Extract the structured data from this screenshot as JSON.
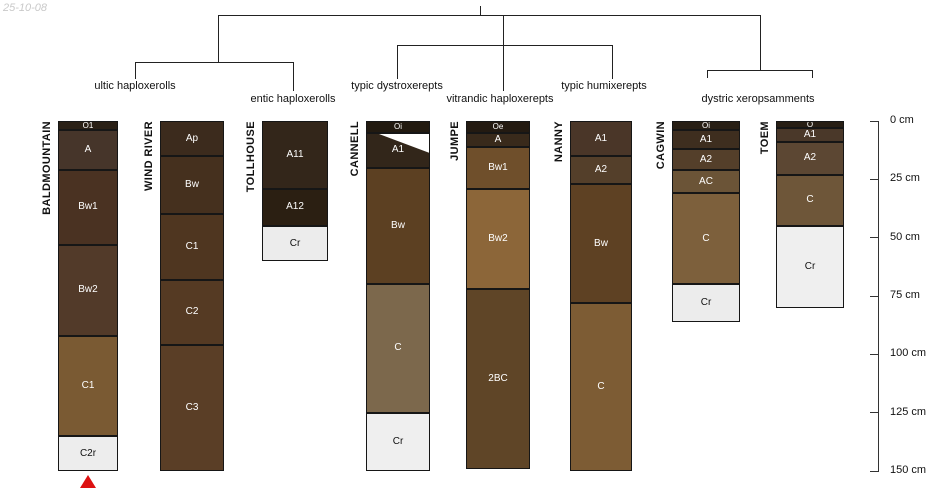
{
  "stamp": "25-10-08",
  "tree": {
    "groups": [
      {
        "label": "ultic haploxerolls"
      },
      {
        "label": "entic haploxerolls"
      },
      {
        "label": "typic dystroxerepts"
      },
      {
        "label": "vitrandic haploxerepts"
      },
      {
        "label": "typic humixerepts"
      },
      {
        "label": "dystric xeropsamments"
      }
    ]
  },
  "depth_axis": {
    "unit": "cm",
    "ticks": [
      {
        "cm": 0,
        "label": "0 cm"
      },
      {
        "cm": 25,
        "label": "25 cm"
      },
      {
        "cm": 50,
        "label": "50 cm"
      },
      {
        "cm": 75,
        "label": "75 cm"
      },
      {
        "cm": 100,
        "label": "100 cm"
      },
      {
        "cm": 125,
        "label": "125 cm"
      },
      {
        "cm": 150,
        "label": "150 cm"
      }
    ]
  },
  "marker_color": "#dd1111",
  "profiles": [
    {
      "name": "BALDMOUNTAIN",
      "marker": true,
      "horizons": [
        {
          "label": "O1",
          "color": "#2a2016",
          "top_cm": 0,
          "bottom_cm": 4
        },
        {
          "label": "A",
          "color": "#46352a",
          "top_cm": 4,
          "bottom_cm": 21
        },
        {
          "label": "Bw1",
          "color": "#4a3222",
          "top_cm": 21,
          "bottom_cm": 53
        },
        {
          "label": "Bw2",
          "color": "#523a29",
          "top_cm": 53,
          "bottom_cm": 92
        },
        {
          "label": "C1",
          "color": "#7a5a33",
          "top_cm": 92,
          "bottom_cm": 135
        },
        {
          "label": "C2r",
          "color": "#ededed",
          "top_cm": 135,
          "bottom_cm": 150
        }
      ]
    },
    {
      "name": "WIND RIVER",
      "marker": false,
      "horizons": [
        {
          "label": "Ap",
          "color": "#3c2b1d",
          "top_cm": 0,
          "bottom_cm": 15
        },
        {
          "label": "Bw",
          "color": "#45301e",
          "top_cm": 15,
          "bottom_cm": 40
        },
        {
          "label": "C1",
          "color": "#4f3620",
          "top_cm": 40,
          "bottom_cm": 68
        },
        {
          "label": "C2",
          "color": "#553a23",
          "top_cm": 68,
          "bottom_cm": 96
        },
        {
          "label": "C3",
          "color": "#5a3e26",
          "top_cm": 96,
          "bottom_cm": 150
        }
      ]
    },
    {
      "name": "TOLLHOUSE",
      "marker": false,
      "horizons": [
        {
          "label": "A11",
          "color": "#33261a",
          "top_cm": 0,
          "bottom_cm": 29
        },
        {
          "label": "A12",
          "color": "#2b1f12",
          "top_cm": 29,
          "bottom_cm": 45
        },
        {
          "label": "Cr",
          "color": "#ececec",
          "top_cm": 45,
          "bottom_cm": 60
        }
      ]
    },
    {
      "name": "CANNELL",
      "marker": false,
      "horizons": [
        {
          "label": "Oi",
          "color": "#221a10",
          "top_cm": 0,
          "bottom_cm": 5
        },
        {
          "label": "A1",
          "color": "#32261a",
          "top_cm": 5,
          "bottom_cm": 20,
          "wedge": true
        },
        {
          "label": "Bw",
          "color": "#5c4022",
          "top_cm": 20,
          "bottom_cm": 70
        },
        {
          "label": "C",
          "color": "#7c684c",
          "top_cm": 70,
          "bottom_cm": 125
        },
        {
          "label": "Cr",
          "color": "#efefef",
          "top_cm": 125,
          "bottom_cm": 150
        }
      ]
    },
    {
      "name": "JUMPE",
      "marker": false,
      "horizons": [
        {
          "label": "Oe",
          "color": "#231a11",
          "top_cm": 0,
          "bottom_cm": 5
        },
        {
          "label": "A",
          "color": "#392a1b",
          "top_cm": 5,
          "bottom_cm": 11
        },
        {
          "label": "Bw1",
          "color": "#6f4f2b",
          "top_cm": 11,
          "bottom_cm": 29
        },
        {
          "label": "Bw2",
          "color": "#8c6639",
          "top_cm": 29,
          "bottom_cm": 72
        },
        {
          "label": "2BC",
          "color": "#5f4527",
          "top_cm": 72,
          "bottom_cm": 149
        }
      ]
    },
    {
      "name": "NANNY",
      "marker": false,
      "horizons": [
        {
          "label": "A1",
          "color": "#4a3628",
          "top_cm": 0,
          "bottom_cm": 15
        },
        {
          "label": "A2",
          "color": "#543f2a",
          "top_cm": 15,
          "bottom_cm": 27
        },
        {
          "label": "Bw",
          "color": "#5e4123",
          "top_cm": 27,
          "bottom_cm": 78
        },
        {
          "label": "C",
          "color": "#7d5c34",
          "top_cm": 78,
          "bottom_cm": 150
        }
      ]
    },
    {
      "name": "CAGWIN",
      "marker": false,
      "horizons": [
        {
          "label": "Oi",
          "color": "#281f15",
          "top_cm": 0,
          "bottom_cm": 4
        },
        {
          "label": "A1",
          "color": "#3e2e1f",
          "top_cm": 4,
          "bottom_cm": 12
        },
        {
          "label": "A2",
          "color": "#543f2a",
          "top_cm": 12,
          "bottom_cm": 21
        },
        {
          "label": "AC",
          "color": "#6b5437",
          "top_cm": 21,
          "bottom_cm": 31
        },
        {
          "label": "C",
          "color": "#7d603c",
          "top_cm": 31,
          "bottom_cm": 70
        },
        {
          "label": "Cr",
          "color": "#ececec",
          "top_cm": 70,
          "bottom_cm": 86
        }
      ]
    },
    {
      "name": "TOEM",
      "marker": false,
      "horizons": [
        {
          "label": "O",
          "color": "#281f15",
          "top_cm": 0,
          "bottom_cm": 3
        },
        {
          "label": "A1",
          "color": "#4a3829",
          "top_cm": 3,
          "bottom_cm": 9
        },
        {
          "label": "A2",
          "color": "#5c4733",
          "top_cm": 9,
          "bottom_cm": 23
        },
        {
          "label": "C",
          "color": "#6e5639",
          "top_cm": 23,
          "bottom_cm": 45
        },
        {
          "label": "Cr",
          "color": "#efefef",
          "top_cm": 45,
          "bottom_cm": 80
        }
      ]
    }
  ]
}
